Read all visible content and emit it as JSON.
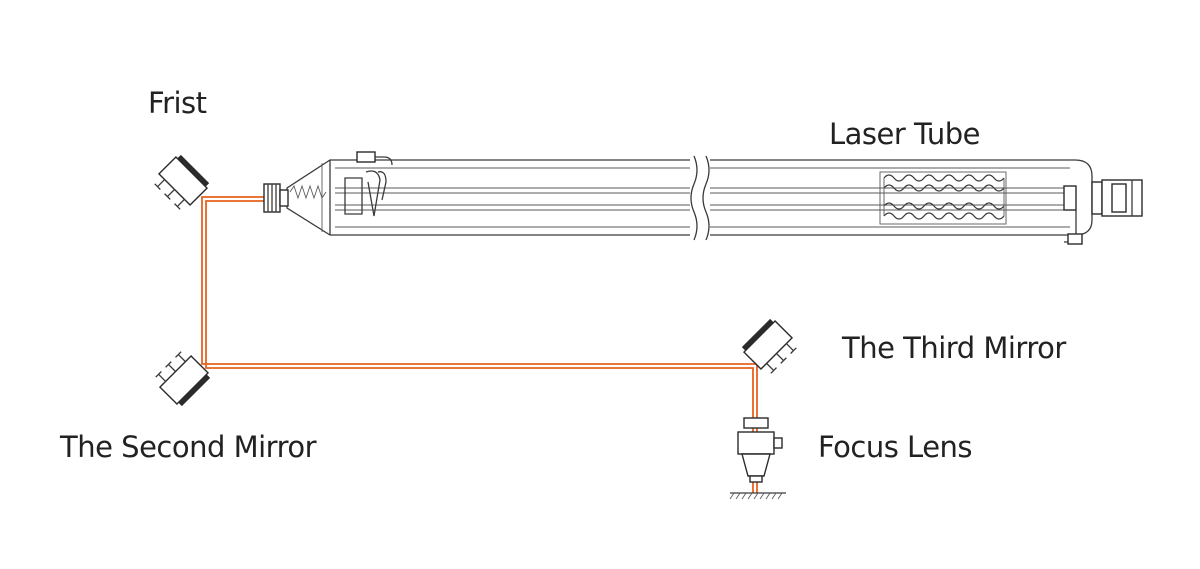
{
  "labels": {
    "first_mirror": "Frist",
    "laser_tube": "Laser Tube",
    "second_mirror": "The Second Mirror",
    "third_mirror": "The Third Mirror",
    "focus_lens": "Focus Lens"
  },
  "colors": {
    "beam": "#e8621f",
    "outline": "#3a3a3a",
    "text": "#222222"
  }
}
